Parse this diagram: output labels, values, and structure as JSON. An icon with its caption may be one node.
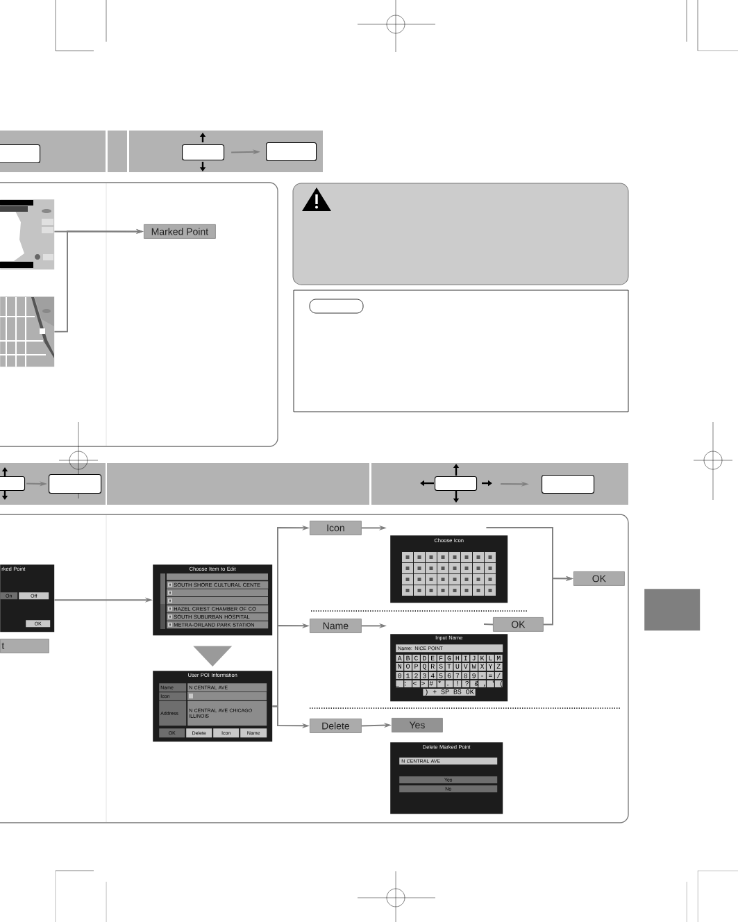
{
  "diagram": {
    "nodes": [
      {
        "text": [],
        "shape": "box"
      },
      {
        "text": [],
        "shape": "box"
      },
      {
        "text": [],
        "shape": "box"
      },
      {
        "text": [],
        "shape": "picture"
      },
      {
        "text": [],
        "shape": "picture"
      },
      {
        "text": [
          "Marked Point"
        ]
      },
      {
        "text": [],
        "shape": "box"
      },
      {
        "text": [],
        "shape": "box"
      },
      {
        "text": [],
        "shape": "box"
      },
      {
        "text": [],
        "shape": "box"
      },
      {
        "text": [
          "rked Point",
          "On",
          "Off",
          "OK"
        ]
      },
      {
        "text": [
          "t"
        ]
      },
      {
        "text": [
          "Choose Item to Edit",
          "SOUTH SHORE CULTURAL CENTE",
          "HAZEL CREST CHAMBER OF CO",
          "SOUTH SUBURBAN HOSPITAL",
          "METRA-ORLAND PARK STATION"
        ]
      },
      {
        "text": [
          "User POI Information",
          "Name",
          "N CENTRAL AVE",
          "Icon",
          "Address",
          "N CENTRAL AVE CHICAGO ILLINOIS",
          "OK",
          "Delete",
          "Icon",
          "Name"
        ]
      },
      {
        "text": [
          "Icon"
        ]
      },
      {
        "text": [
          "Choose Icon"
        ]
      },
      {
        "text": [
          "Name"
        ]
      },
      {
        "text": [
          "OK"
        ]
      },
      {
        "text": [
          "Input Name",
          "Name: NICE POINT",
          "A B C D E F G H I J K L M",
          "N O P Q R S T U V W X Y Z",
          "0 1 2 3 4 5 6 7 8 9 - = /",
          "_ : < > # * . ! ? & , ' (",
          ") + SP BS OK"
        ]
      },
      {
        "text": [
          "Delete"
        ]
      },
      {
        "text": [
          "Yes"
        ]
      },
      {
        "text": [
          "Delete Marked Point",
          "N CENTRAL AVE",
          "Yes",
          "No"
        ]
      },
      {
        "text": [
          "OK"
        ]
      },
      {
        "text": [],
        "shape": "box"
      }
    ],
    "edges": [
      {
        "from": 1,
        "to": 2,
        "arrow": "to"
      },
      {
        "from": 3,
        "to": 5,
        "arrow": "to"
      },
      {
        "from": 4,
        "to": 5,
        "arrow": "to"
      },
      {
        "from": 6,
        "to": 7,
        "arrow": "to"
      },
      {
        "from": 8,
        "to": 9,
        "arrow": "to"
      },
      {
        "from": 10,
        "to": 12,
        "arrow": "to"
      },
      {
        "from": 12,
        "to": 13,
        "arrow": "to"
      },
      {
        "from": 13,
        "to": 14,
        "arrow": "to"
      },
      {
        "from": 13,
        "to": 16,
        "arrow": "to"
      },
      {
        "from": 13,
        "to": 19,
        "arrow": "to"
      },
      {
        "from": 14,
        "to": 15,
        "arrow": "to"
      },
      {
        "from": 16,
        "to": 18,
        "arrow": "to"
      },
      {
        "from": 19,
        "to": 20,
        "arrow": "to"
      },
      {
        "from": null,
        "to": 17,
        "arrow": "none"
      },
      {
        "from": 15,
        "to": 22,
        "arrow": "to"
      },
      {
        "from": 17,
        "to": 22,
        "arrow": "to"
      }
    ]
  }
}
